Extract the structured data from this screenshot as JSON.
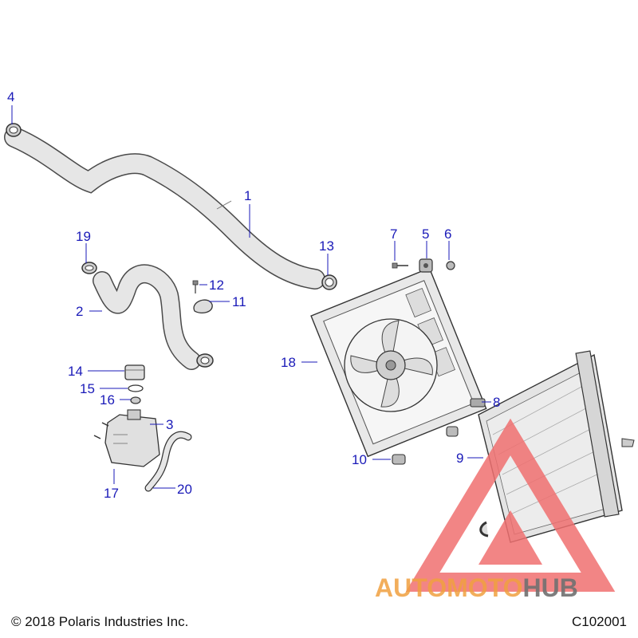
{
  "callouts": [
    {
      "id": "1",
      "label": "1"
    },
    {
      "id": "2",
      "label": "2"
    },
    {
      "id": "3",
      "label": "3"
    },
    {
      "id": "4",
      "label": "4"
    },
    {
      "id": "5",
      "label": "5"
    },
    {
      "id": "6",
      "label": "6"
    },
    {
      "id": "7",
      "label": "7"
    },
    {
      "id": "8",
      "label": "8"
    },
    {
      "id": "9",
      "label": "9"
    },
    {
      "id": "10",
      "label": "10"
    },
    {
      "id": "11",
      "label": "11"
    },
    {
      "id": "12",
      "label": "12"
    },
    {
      "id": "13",
      "label": "13"
    },
    {
      "id": "14",
      "label": "14"
    },
    {
      "id": "15",
      "label": "15"
    },
    {
      "id": "16",
      "label": "16"
    },
    {
      "id": "17",
      "label": "17"
    },
    {
      "id": "18",
      "label": "18"
    },
    {
      "id": "19",
      "label": "19"
    },
    {
      "id": "20",
      "label": "20"
    }
  ],
  "watermark": {
    "text_part1": "AUTOMOTO",
    "text_part2": "HUB",
    "color_primary": "#f07070",
    "color_accent": "#f0a040",
    "color_dark": "#707070"
  },
  "footer": {
    "copyright": "© 2018 Polaris Industries Inc.",
    "drawing_code": "C102001"
  },
  "colors": {
    "callout": "#1a1ab8",
    "part_fill": "#e2e2e2",
    "part_stroke": "#4a4a4a"
  }
}
